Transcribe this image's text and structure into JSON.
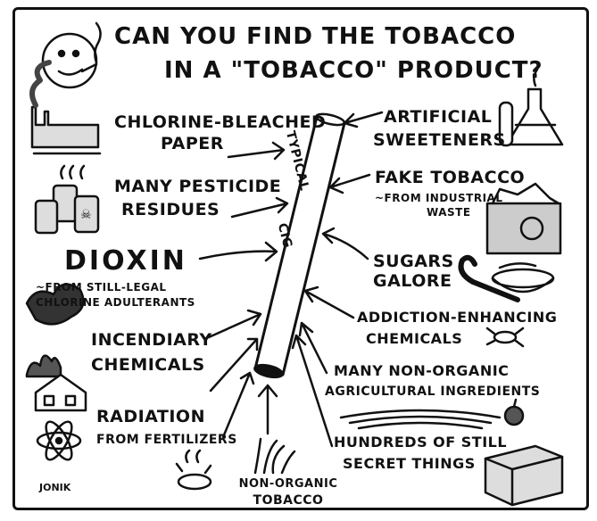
{
  "title": {
    "line1": "CAN YOU FIND THE TOBACCO",
    "line2": "IN A \"TOBACCO\" PRODUCT?"
  },
  "cigarette": {
    "label_line1": "TYPICAL",
    "label_line2": "CIG"
  },
  "left_items": [
    {
      "line1": "CHLORINE-BLEACHED",
      "line2": "PAPER"
    },
    {
      "line1": "MANY PESTICIDE",
      "line2": "RESIDUES"
    },
    {
      "line1": "DIOXIN",
      "line2": "~FROM STILL-LEGAL",
      "line3": "CHLORINE ADULTERANTS"
    },
    {
      "line1": "INCENDIARY",
      "line2": "CHEMICALS"
    },
    {
      "line1": "RADIATION",
      "line2": "FROM FERTILIZERS"
    }
  ],
  "right_items": [
    {
      "line1": "ARTIFICIAL",
      "line2": "SWEETENERS"
    },
    {
      "line1": "FAKE TOBACCO",
      "line2": "~FROM INDUSTRIAL",
      "line3": "WASTE"
    },
    {
      "line1": "SUGARS",
      "line2": "GALORE"
    },
    {
      "line1": "ADDICTION-ENHANCING",
      "line2": "CHEMICALS"
    },
    {
      "line1": "MANY NON-ORGANIC",
      "line2": "AGRICULTURAL INGREDIENTS"
    },
    {
      "line1": "HUNDREDS OF STILL",
      "line2": "SECRET THINGS"
    }
  ],
  "bottom_item": {
    "line1": "NON-ORGANIC",
    "line2": "TOBACCO"
  },
  "signature": "JONIK",
  "colors": {
    "ink": "#111111",
    "paper": "#ffffff"
  },
  "icons": [
    "smoking-sun-icon",
    "factory-icon",
    "pesticide-barrels-icon",
    "smoke-fire-icon",
    "house-icon",
    "atom-icon",
    "dead-animal-icon",
    "lab-flasks-icon",
    "recycling-trash-icon",
    "candy-cane-icon",
    "bowl-icon",
    "bug-icon",
    "farm-field-icon",
    "apple-icon",
    "secret-box-icon",
    "grass-icon"
  ]
}
